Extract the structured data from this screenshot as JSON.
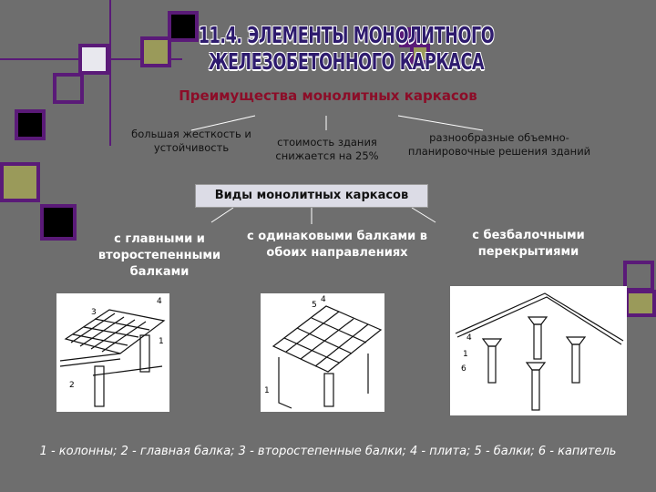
{
  "title": "11.4. ЭЛЕМЕНТЫ МОНОЛИТНОГО ЖЕЛЕЗОБЕТОННОГО КАРКАСА",
  "advantages": {
    "heading": "Преимущества монолитных каркасов",
    "items": [
      "большая жесткость и устойчивость",
      "стоимость здания снижается на 25%",
      "разнообразные объемно-планировочные решения зданий"
    ]
  },
  "types": {
    "heading": "Виды монолитных каркасов",
    "items": [
      "с главными и второстепенными балками",
      "с одинаковыми балками в обоих направлениях",
      "с безбалочными перекрытиями"
    ]
  },
  "figures": {
    "labels1": [
      "3",
      "4",
      "1",
      "2"
    ],
    "labels2": [
      "5",
      "4",
      "1"
    ],
    "labels3": [
      "4",
      "1",
      "6"
    ]
  },
  "caption": "1 - колонны; 2 - главная балка; 3 - второстепенные балки; 4 - плита; 5 - балки; 6 - капитель",
  "colors": {
    "background": "#6e6e6e",
    "accent": "#5a1a78",
    "heading": "#8c0d28",
    "title": "#2e1b6e"
  }
}
